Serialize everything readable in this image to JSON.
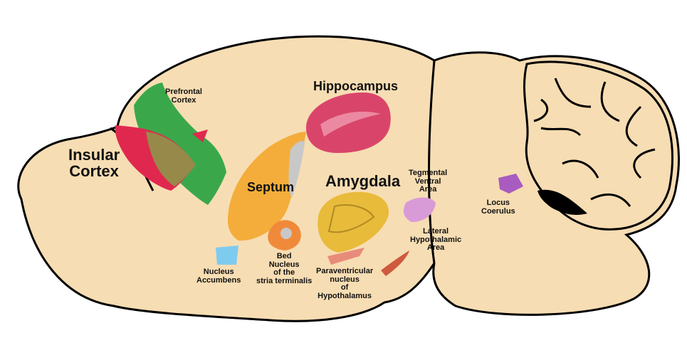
{
  "labels": {
    "insular": [
      "Insular",
      "Cortex"
    ],
    "prefrontal": [
      "Prefrontal",
      "Cortex"
    ],
    "hippocampus": "Hippocampus",
    "septum": "Septum",
    "amygdala": "Amygdala",
    "tegmental": [
      "Tegmental",
      "Ventral",
      "Area"
    ],
    "locus": [
      "Locus",
      "Coerulus"
    ],
    "lateral_hypothalamic": [
      "Lateral",
      "Hypothalamic",
      "Area"
    ],
    "nucleus_accumbens": [
      "Nucleus",
      "Accumbens"
    ],
    "bed_nucleus": [
      "Bed",
      "Nucleus",
      "of the",
      "stria terminalis"
    ],
    "paraventricular": [
      "Paraventricular",
      "nucleus",
      "of",
      "Hypothalamus"
    ]
  },
  "colors": {
    "brain": "#f7ddb3",
    "outline": "#000000",
    "prefrontal": "#3aa84a",
    "insular": "#e0284f",
    "hippocampus": "#d9456a",
    "septum": "#f4ad3a",
    "amygdala": "#e8bb3a",
    "bed_nucleus": "#f08a3a",
    "nucleus_accumbens": "#7ecbf0",
    "tegmental": "#d99ad8",
    "locus": "#a95cc0",
    "lateral_hypothalamic": "#cf5a3e",
    "paraventricular": "#e88c7a"
  }
}
